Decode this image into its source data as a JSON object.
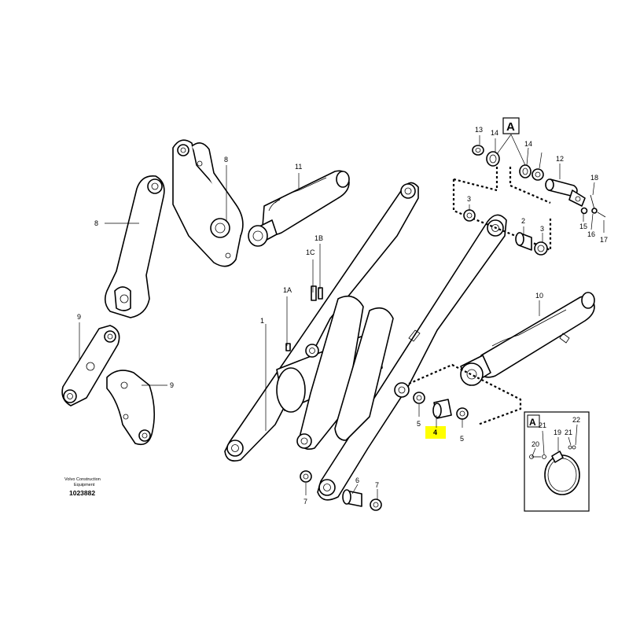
{
  "credit": {
    "line1": "Volvo Construction",
    "line2": "Equipment"
  },
  "document_number": "1023882",
  "detail_marker": "A",
  "highlight_color": "#ffff00",
  "callouts": {
    "c1": "1",
    "c1A": "1A",
    "c1B": "1B",
    "c1C": "1C",
    "c2": "2",
    "c3a": "3",
    "c3b": "3",
    "c4": "4",
    "c5a": "5",
    "c5b": "5",
    "c6": "6",
    "c7a": "7",
    "c7b": "7",
    "c8a": "8",
    "c8b": "8",
    "c9a": "9",
    "c9b": "9",
    "c10": "10",
    "c11": "11",
    "c12": "12",
    "c13": "13",
    "c14a": "14",
    "c14b": "14",
    "c15": "15",
    "c16": "16",
    "c17": "17",
    "c18": "18",
    "c19": "19",
    "c20": "20",
    "c21a": "21",
    "c21b": "21",
    "c22": "22"
  }
}
